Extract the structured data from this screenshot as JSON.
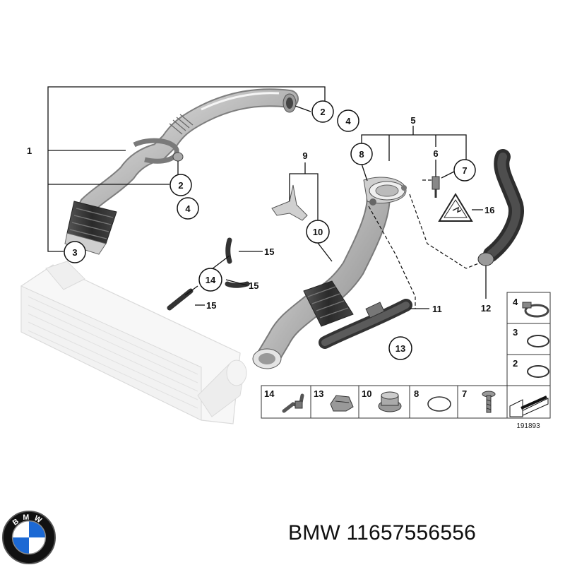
{
  "diagram": {
    "callouts": [
      {
        "id": "c1",
        "label": "1"
      },
      {
        "id": "c2a",
        "label": "2"
      },
      {
        "id": "c4a",
        "label": "4"
      },
      {
        "id": "c2b",
        "label": "2"
      },
      {
        "id": "c4b",
        "label": "4"
      },
      {
        "id": "c3",
        "label": "3"
      },
      {
        "id": "c5",
        "label": "5"
      },
      {
        "id": "c8",
        "label": "8"
      },
      {
        "id": "c6",
        "label": "6"
      },
      {
        "id": "c7",
        "label": "7"
      },
      {
        "id": "c9",
        "label": "9"
      },
      {
        "id": "c10",
        "label": "10"
      },
      {
        "id": "c16",
        "label": "16"
      },
      {
        "id": "c15a",
        "label": "15"
      },
      {
        "id": "c14",
        "label": "14"
      },
      {
        "id": "c15b",
        "label": "15"
      },
      {
        "id": "c15c",
        "label": "15"
      },
      {
        "id": "c11",
        "label": "11"
      },
      {
        "id": "c12",
        "label": "12"
      },
      {
        "id": "c13",
        "label": "13"
      }
    ],
    "inset_side": [
      "4",
      "3",
      "2"
    ],
    "inset_bottom": [
      "14",
      "13",
      "10",
      "8",
      "7"
    ],
    "diagram_number": "191893"
  },
  "brand": {
    "name": "BMW",
    "part_number": "11657556556",
    "logo_letters": "BMW",
    "colors": {
      "blue": "#1c69d4",
      "black": "#111111",
      "white": "#ffffff"
    }
  }
}
